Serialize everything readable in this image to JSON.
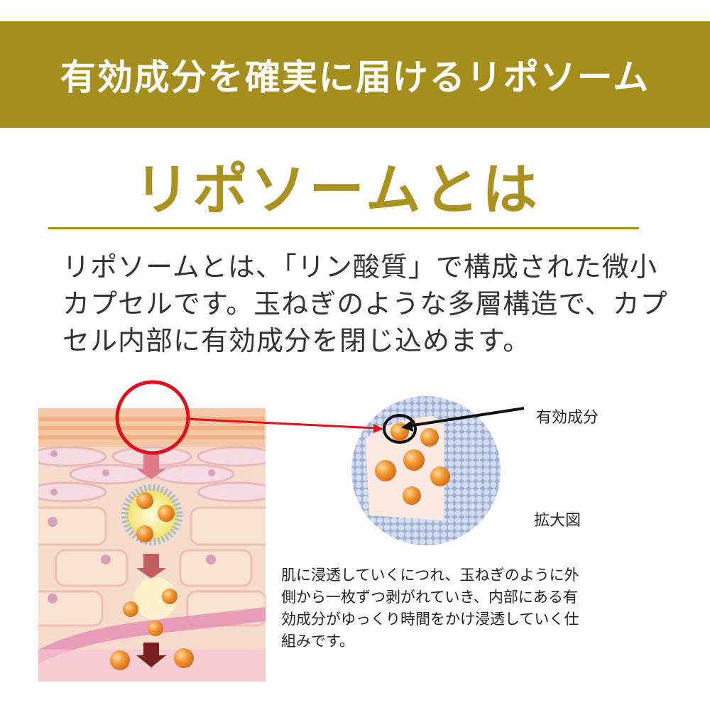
{
  "banner": {
    "title": "有効成分を確実に届けるリポソーム"
  },
  "heading": {
    "title": "リポソームとは"
  },
  "intro": {
    "lines": [
      "リポソームとは、「リン酸質」で構成された微小",
      "カプセルです。玉ねぎのような多層構造で、カプ",
      "セル内部に有効成分を閉じ込めます。"
    ]
  },
  "diagram": {
    "label_active_ingredient": "有効成分",
    "label_enlarged": "拡大図",
    "description_lines": [
      "肌に浸透していくにつれ、玉ねぎのように外",
      "側から一枚ずつ剥がれていき、内部にある有",
      "効成分がゆっくり時間をかけ浸透していく仕",
      "組みです。"
    ]
  },
  "colors": {
    "gold": "#a68e1d",
    "highlight_red": "#e0101a",
    "ingredient_orange": "#f0902a",
    "membrane_blue": "#b4c2e0"
  }
}
